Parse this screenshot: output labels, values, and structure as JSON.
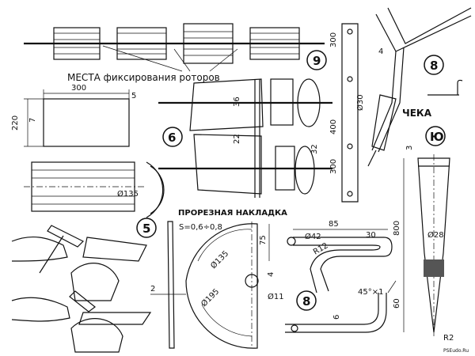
{
  "captions": {
    "rotor_fix": "МЕСТА фиксирования роторов",
    "cut_plate": "ПРОРЕЗНАЯ НАКЛАДКА",
    "pin": "ЧЕКА",
    "thickness": "S=0,6÷0,8",
    "watermark": "PSEudo.Ru"
  },
  "part_numbers": {
    "p9": "9",
    "p8_top": "8",
    "p6": "6",
    "p10": "Ю",
    "p5": "5",
    "p8_bottom": "8"
  },
  "dimensions": {
    "d300_top": "300",
    "d5_top": "5",
    "d220": "220",
    "d7": "7",
    "d36": "36",
    "d22": "22",
    "d32": "32",
    "d135_left": "Ø135",
    "d300_v": "300",
    "d4": "4",
    "d30_circ": "Ø30",
    "d400": "400",
    "d300_v2": "300",
    "d3": "3",
    "d800": "800",
    "d28": "Ø28",
    "d60": "60",
    "r2": "R2",
    "d75": "75",
    "d85": "85",
    "d30": "30",
    "d42": "Ø42",
    "r12": "R12",
    "d4b": "4",
    "d135_disc": "Ø135",
    "d195": "Ø195",
    "d11": "Ø11",
    "d2": "2",
    "d45x1": "45°×1",
    "d6": "6"
  }
}
